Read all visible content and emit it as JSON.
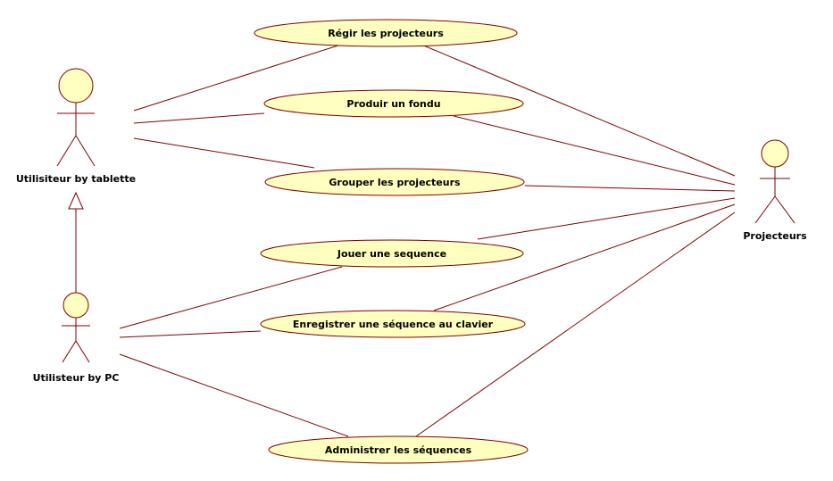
{
  "diagram": {
    "actors": [
      {
        "id": "tablette",
        "label": "Utilisiteur by tablette"
      },
      {
        "id": "pc",
        "label": "Utilisteur by PC"
      },
      {
        "id": "projecteurs",
        "label": "Projecteurs"
      }
    ],
    "use_cases": [
      {
        "id": "regir",
        "label": "Régir les projecteurs"
      },
      {
        "id": "fondu",
        "label": "Produir un fondu"
      },
      {
        "id": "grouper",
        "label": "Grouper les projecteurs"
      },
      {
        "id": "jouer",
        "label": "Jouer une sequence"
      },
      {
        "id": "enregistrer",
        "label": "Enregistrer une séquence au clavier"
      },
      {
        "id": "administrer",
        "label": "Administrer les séquences"
      }
    ],
    "associations": [
      {
        "from": "tablette",
        "to": "regir"
      },
      {
        "from": "tablette",
        "to": "fondu"
      },
      {
        "from": "tablette",
        "to": "grouper"
      },
      {
        "from": "pc",
        "to": "jouer"
      },
      {
        "from": "pc",
        "to": "enregistrer"
      },
      {
        "from": "pc",
        "to": "administrer"
      },
      {
        "from": "regir",
        "to": "projecteurs"
      },
      {
        "from": "fondu",
        "to": "projecteurs"
      },
      {
        "from": "grouper",
        "to": "projecteurs"
      },
      {
        "from": "jouer",
        "to": "projecteurs"
      },
      {
        "from": "enregistrer",
        "to": "projecteurs"
      },
      {
        "from": "administrer",
        "to": "projecteurs"
      }
    ],
    "generalizations": [
      {
        "child": "pc",
        "parent": "tablette"
      }
    ],
    "colors": {
      "line": "#800000",
      "usecase_fill": "#ffffc0",
      "background": "#ffffff"
    }
  }
}
